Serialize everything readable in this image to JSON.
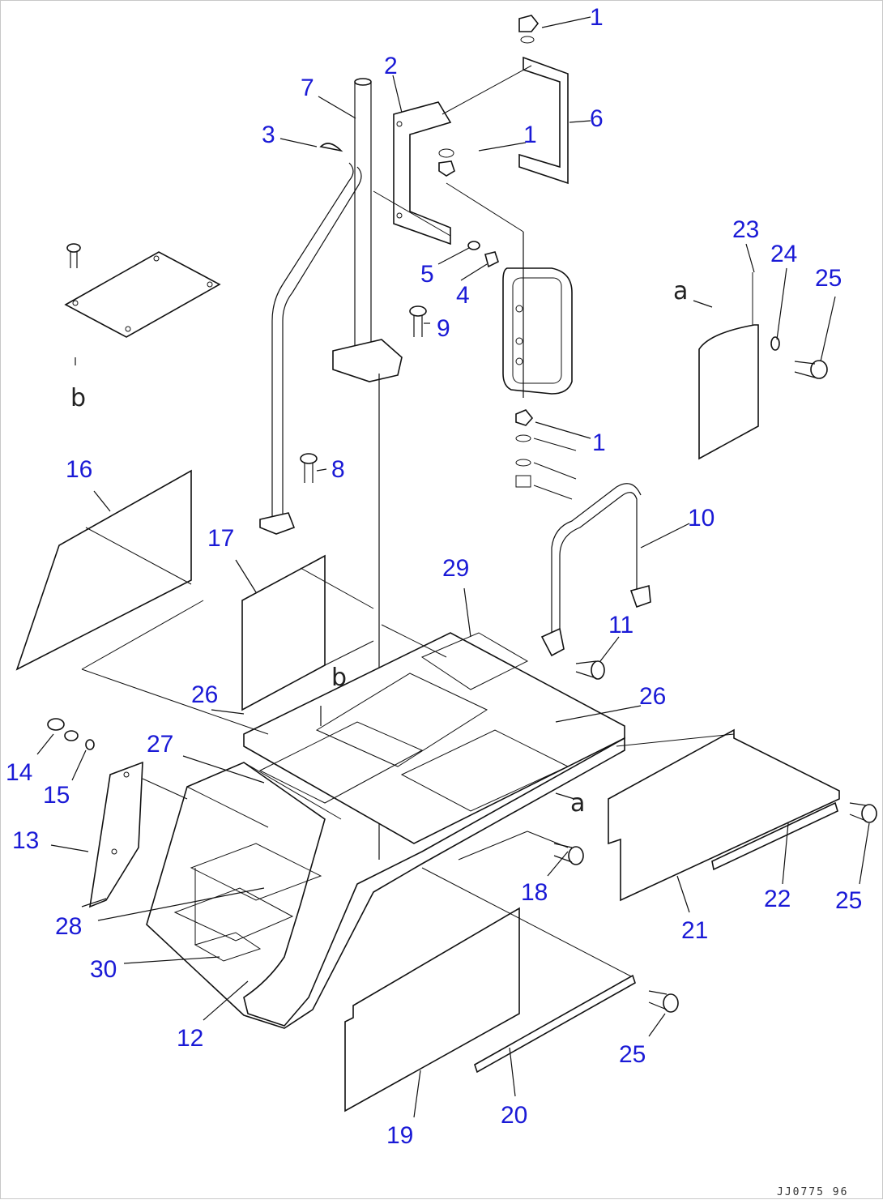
{
  "diagram": {
    "drawing_code": "JJ0775 96",
    "ref_letters": {
      "a": "a",
      "b": "b"
    },
    "callouts": [
      "1",
      "2",
      "3",
      "4",
      "5",
      "6",
      "7",
      "8",
      "9",
      "10",
      "11",
      "12",
      "13",
      "14",
      "15",
      "16",
      "17",
      "18",
      "19",
      "20",
      "21",
      "22",
      "23",
      "24",
      "25",
      "26",
      "27",
      "28",
      "29",
      "30"
    ]
  }
}
